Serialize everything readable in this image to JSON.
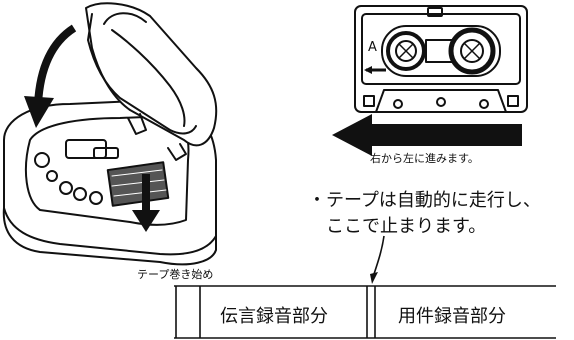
{
  "cassette": {
    "side_label": "A"
  },
  "direction_caption": "右から左に進みます。",
  "auto_stop_note": {
    "line1": "・テープは自動的に走行し、",
    "line2": "ここで止まります。"
  },
  "tape_strip": {
    "start_label": "テープ巻き始め",
    "sections": [
      "伝言録音部分",
      "用件録音部分"
    ]
  }
}
